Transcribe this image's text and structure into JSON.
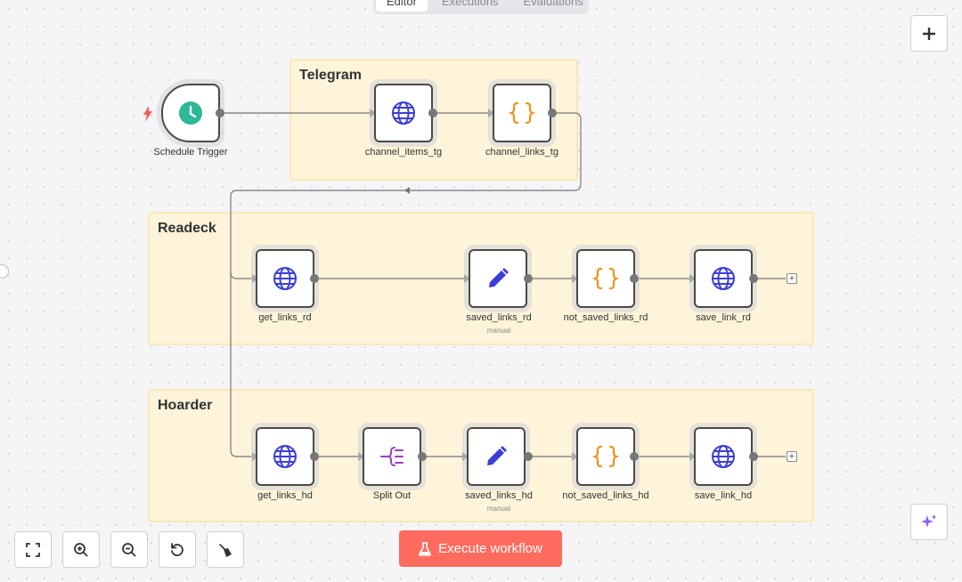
{
  "tabs": [
    "Editor",
    "Executions",
    "Evaluations"
  ],
  "groups": {
    "telegram": "Telegram",
    "readeck": "Readeck",
    "hoarder": "Hoarder"
  },
  "nodes": {
    "schedule_trigger": "Schedule Trigger",
    "channel_items_tg": "channel_items_tg",
    "channel_links_tg": "channel_links_tg",
    "get_links_rd": "get_links_rd",
    "saved_links_rd": "saved_links_rd",
    "saved_links_rd_sub": "manual",
    "not_saved_links_rd": "not_saved_links_rd",
    "save_link_rd": "save_link_rd",
    "get_links_hd": "get_links_hd",
    "split_out": "Split Out",
    "saved_links_hd": "saved_links_hd",
    "saved_links_hd_sub": "manual",
    "not_saved_links_hd": "not_saved_links_hd",
    "save_link_hd": "save_link_hd"
  },
  "toolbar": {
    "execute_label": "Execute workflow",
    "icons": [
      "fit-view-icon",
      "zoom-in-icon",
      "zoom-out-icon",
      "reset-zoom-icon",
      "tidy-up-icon"
    ]
  },
  "colors": {
    "sticky_bg": "#fdf4d9",
    "trigger_green": "#2db896",
    "http_blue": "#3b3fd8",
    "code_orange": "#f0901c",
    "split_purple": "#9a3fc0",
    "execute_red": "#ff6b5e"
  }
}
